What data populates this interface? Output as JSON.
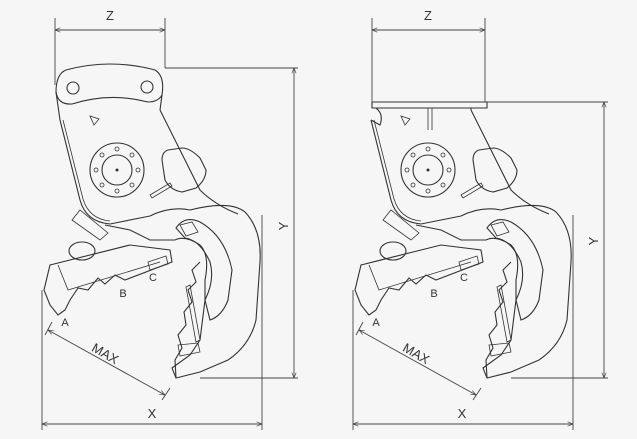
{
  "drawings": [
    {
      "name": "attachment-with-hook-plate",
      "labels": {
        "z": "Z",
        "y": "Y",
        "x": "X",
        "max": "MAX",
        "a": "A",
        "b": "B",
        "c": "C"
      }
    },
    {
      "name": "attachment-with-flat-plate",
      "labels": {
        "z": "Z",
        "y": "Y",
        "x": "X",
        "max": "MAX",
        "a": "A",
        "b": "B",
        "c": "C"
      }
    }
  ],
  "colors": {
    "line": "#333333",
    "background": "#f6f6f6"
  }
}
